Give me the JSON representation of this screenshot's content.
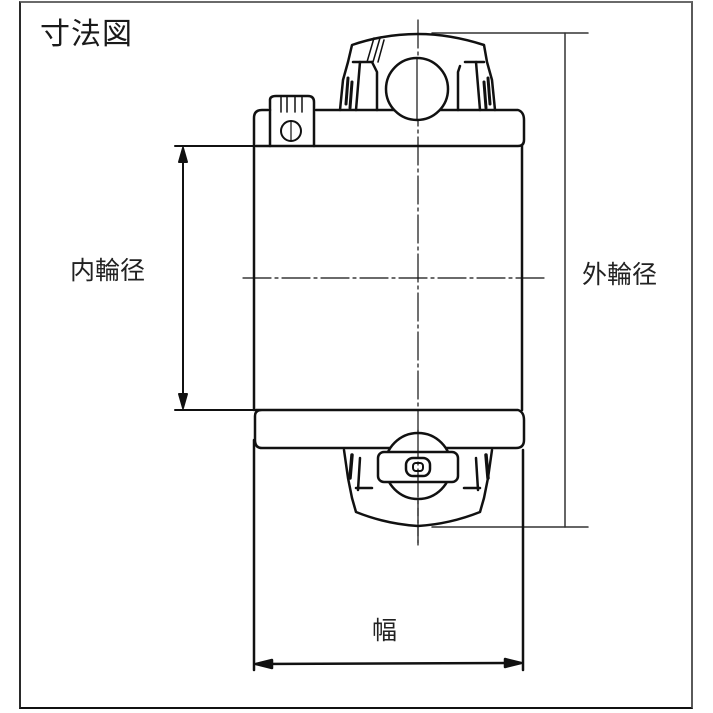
{
  "diagram": {
    "title": "寸法図",
    "labels": {
      "inner_diameter": "内輪径",
      "outer_diameter": "外輪径",
      "width": "幅"
    },
    "subject": "bearing-insert-cross-section",
    "colors": {
      "line": "#111111",
      "frame": "#3a3a3a",
      "background": "#ffffff"
    }
  }
}
